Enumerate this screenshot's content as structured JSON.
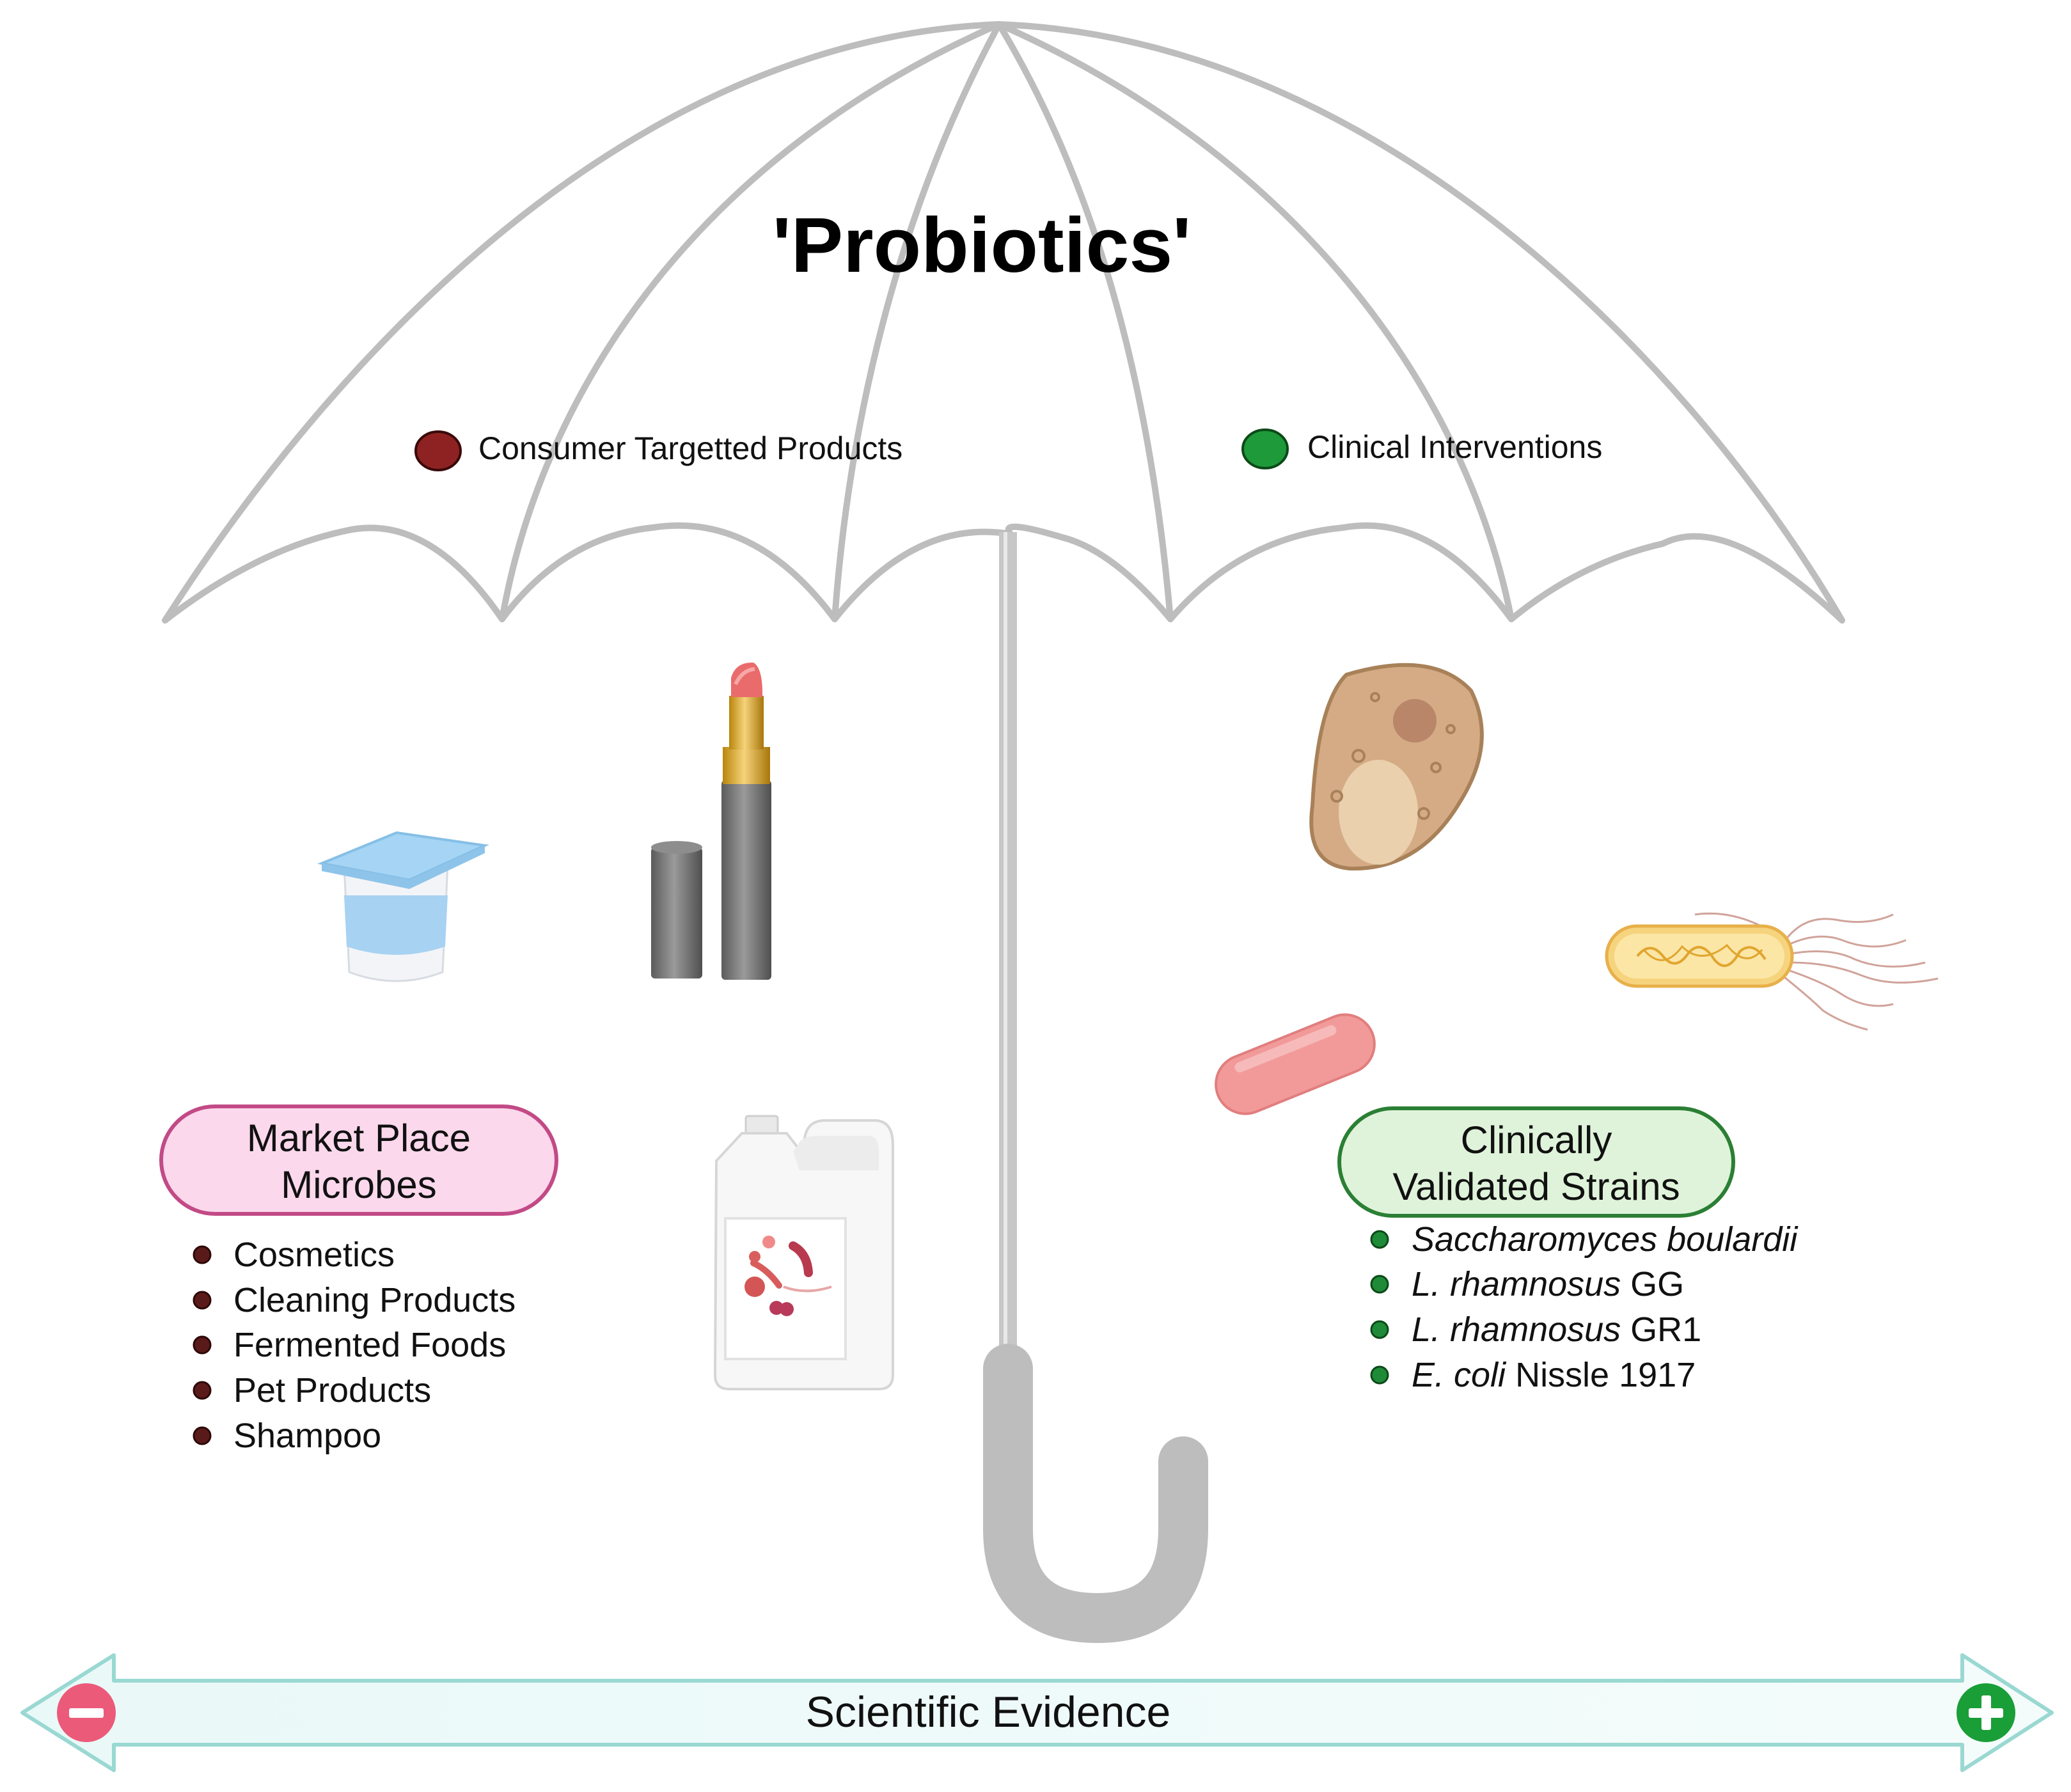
{
  "title": "'Probiotics'",
  "legend": {
    "consumer": {
      "label": "Consumer Targetted Products",
      "color": "#8e2222"
    },
    "clinical": {
      "label": "Clinical Interventions",
      "color": "#1f9a3a"
    }
  },
  "market_box": {
    "line1": "Market Place",
    "line2": "Microbes",
    "fill": "#fbd8ec",
    "stroke": "#c24a86",
    "items": [
      "Cosmetics",
      "Cleaning Products",
      "Fermented Foods",
      "Pet Products",
      "Shampoo"
    ]
  },
  "clinical_box": {
    "line1": "Clinically",
    "line2": "Validated Strains",
    "fill": "#dff3da",
    "stroke": "#2b7f34",
    "items": [
      {
        "italic": "Saccharomyces boulardii",
        "normal": ""
      },
      {
        "italic": "L. rhamnosus",
        "normal": " GG"
      },
      {
        "italic": "L. rhamnosus",
        "normal": " GR1"
      },
      {
        "italic": "E. coli",
        "normal": " Nissle 1917"
      }
    ]
  },
  "evidence_axis": {
    "label": "Scientific Evidence",
    "minus_color": "#ec5a7a",
    "plus_color": "#1a9e38"
  },
  "icons": [
    "umbrella-icon",
    "yogurt-cup-icon",
    "lipstick-icon",
    "cleaning-jug-icon",
    "yeast-cell-icon",
    "bacillus-icon",
    "flagellated-bacterium-icon"
  ]
}
